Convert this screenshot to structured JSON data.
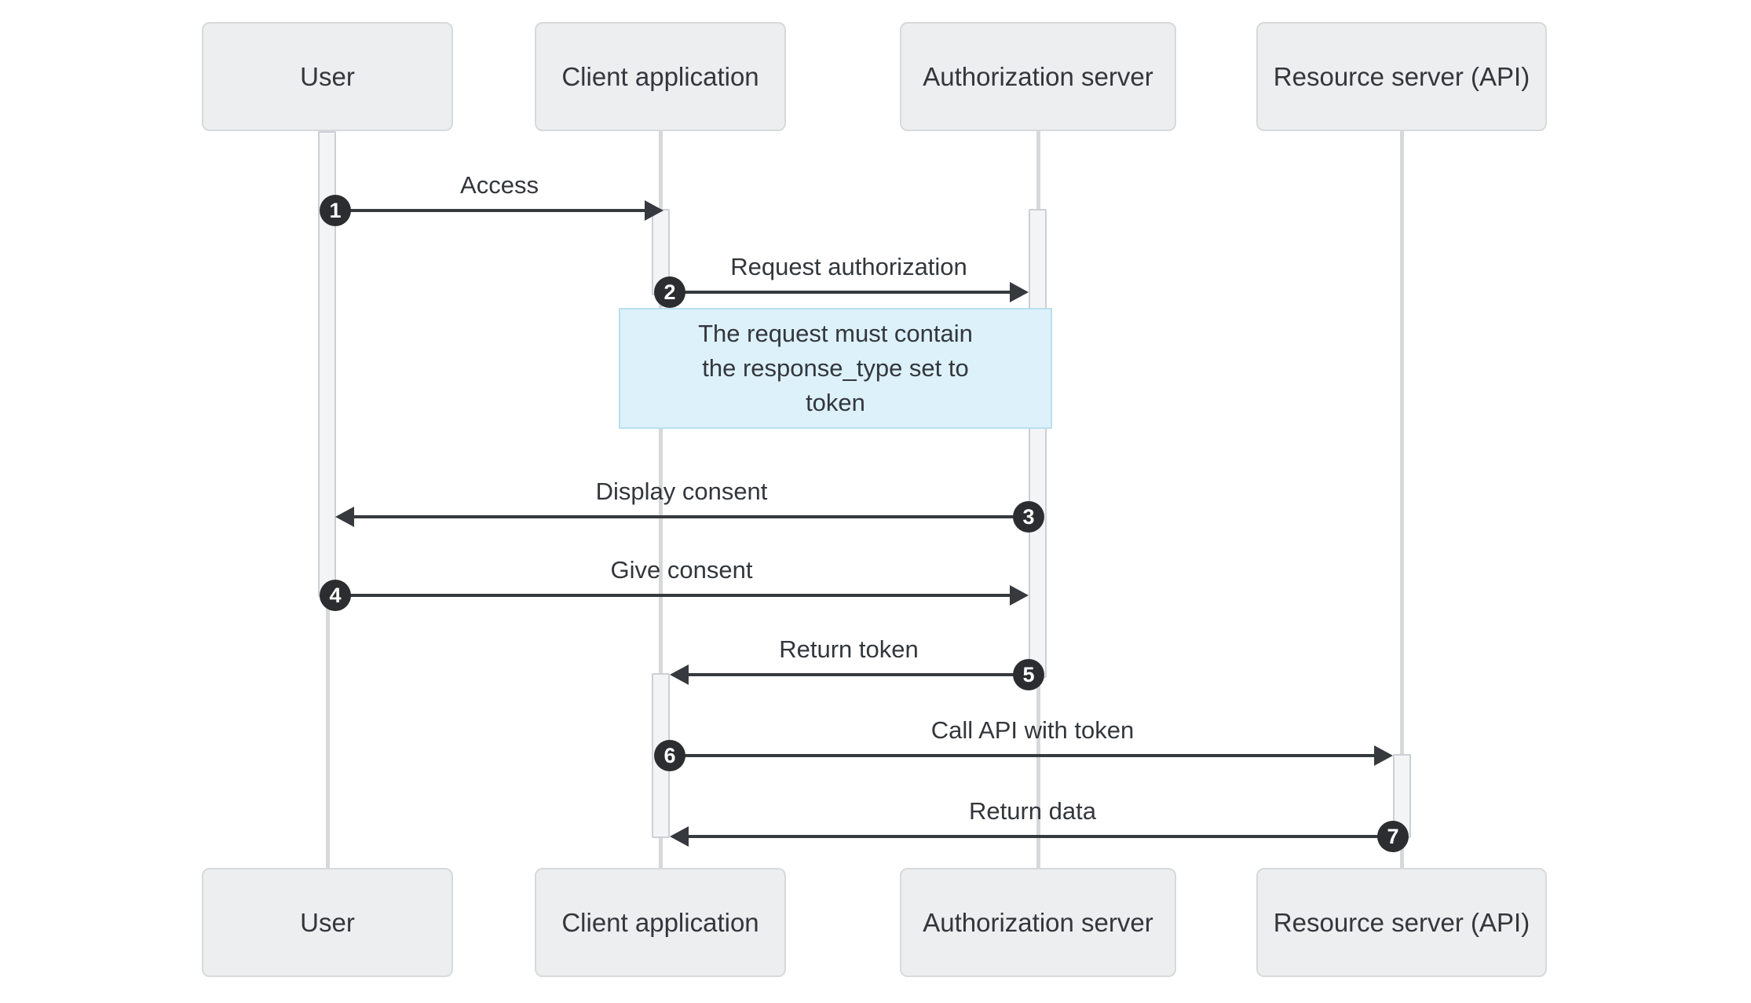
{
  "diagram": {
    "kind": "sequence-diagram",
    "actors": [
      {
        "id": "user",
        "label": "User"
      },
      {
        "id": "client",
        "label": "Client application"
      },
      {
        "id": "auth",
        "label": "Authorization server"
      },
      {
        "id": "resource",
        "label": "Resource server (API)"
      }
    ],
    "messages": [
      {
        "num": "1",
        "label": "Access",
        "from": "user",
        "to": "client"
      },
      {
        "num": "2",
        "label": "Request authorization",
        "from": "client",
        "to": "auth"
      },
      {
        "num": "3",
        "label": "Display consent",
        "from": "auth",
        "to": "user"
      },
      {
        "num": "4",
        "label": "Give consent",
        "from": "user",
        "to": "auth"
      },
      {
        "num": "5",
        "label": "Return token",
        "from": "auth",
        "to": "client"
      },
      {
        "num": "6",
        "label": "Call API with token",
        "from": "client",
        "to": "resource"
      },
      {
        "num": "7",
        "label": "Return data",
        "from": "resource",
        "to": "client"
      }
    ],
    "note": {
      "over": "client,auth",
      "text": "The request must contain\nthe response_type set to\ntoken"
    },
    "colors": {
      "background": "#ffffff",
      "actor_box_fill": "#eceef0",
      "actor_box_border": "#d7d9db",
      "lifeline": "#d6d8da",
      "activation_fill": "#f3f4f6",
      "activation_border": "#ccd0d5",
      "note_fill": "#ddf1fb",
      "note_border": "#b8e0ee",
      "arrow": "#36393d",
      "number_badge_fill": "#2c2d30",
      "number_badge_text": "#ffffff",
      "text": "#33373c"
    }
  }
}
